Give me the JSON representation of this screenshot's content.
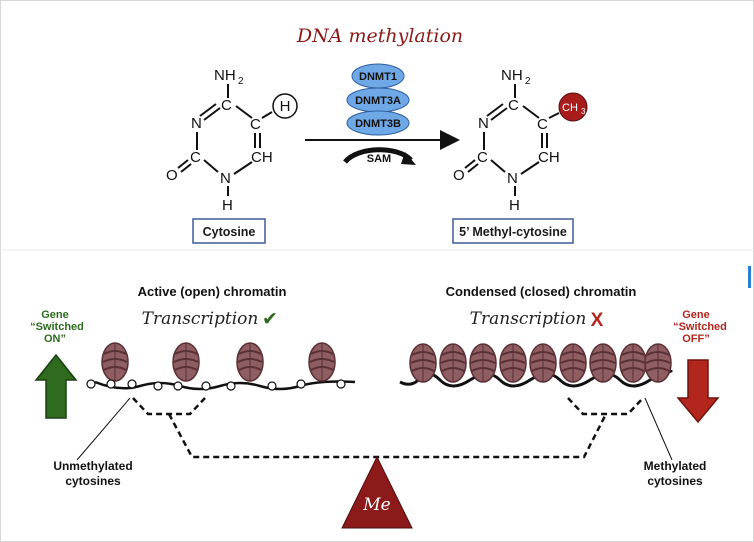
{
  "title": "DNA methylation",
  "enzymes": [
    "DNMT1",
    "DNMT3A",
    "DNMT3B"
  ],
  "cofactor": "SAM",
  "left_molecule": {
    "name": "Cytosine",
    "substituent": "H",
    "atoms": {
      "nh2": "NH",
      "nh2_sub": "2",
      "c": "C",
      "n": "N",
      "o": "O",
      "ch": "CH",
      "h": "H"
    }
  },
  "right_molecule": {
    "name": "5’ Methyl-cytosine",
    "substituent": "CH",
    "substituent_sub": "3",
    "atoms": {
      "nh2": "NH",
      "nh2_sub": "2",
      "c": "C",
      "n": "N",
      "o": "O",
      "ch": "CH",
      "h": "H"
    }
  },
  "active": {
    "heading": "Active (open) chromatin",
    "transcription": "Transcription",
    "mark": "✔",
    "gene_label": [
      "Gene",
      "“Switched",
      "ON”"
    ],
    "cytosine_label": [
      "Unmethylated",
      "cytosines"
    ]
  },
  "condensed": {
    "heading": "Condensed (closed) chromatin",
    "transcription": "Transcription",
    "mark": "X",
    "gene_label": [
      "Gene",
      "“Switched",
      "OFF”"
    ],
    "cytosine_label": [
      "Methylated",
      "cytosines"
    ]
  },
  "fulcrum_label": "Me",
  "colors": {
    "title": "#8b1a1a",
    "enzyme_fill": "#6fa8e6",
    "box_border": "#3d5a96",
    "nucleosome": "#8f5e63",
    "nucleosome_dark": "#5a3035",
    "on_green": "#2e6b1f",
    "off_red": "#b3261e",
    "fulcrum": "#8c1a1a",
    "methyl": "#a81c1c",
    "side_tick": "#2a7fd4"
  }
}
